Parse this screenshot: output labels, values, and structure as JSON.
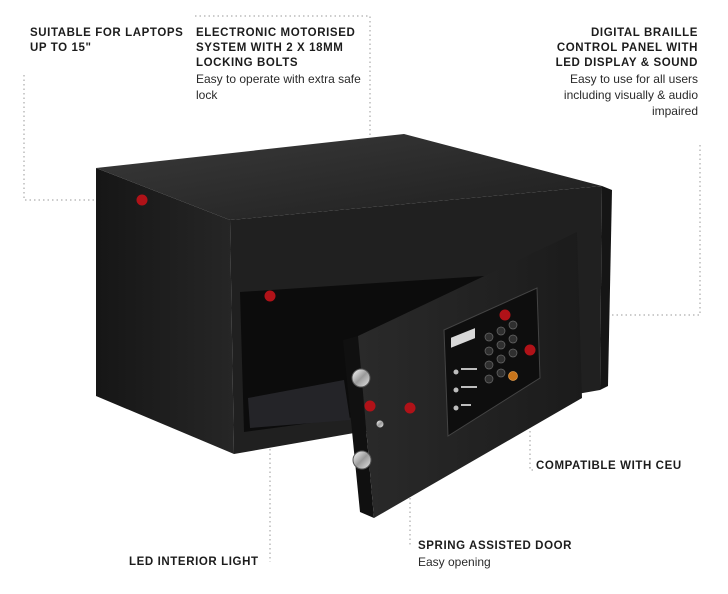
{
  "callouts": {
    "laptops": {
      "head": "Suitable for laptops up to 15\""
    },
    "motorised": {
      "head": "Electronic motorised system with 2 x 18mm locking bolts",
      "desc": "Easy to operate with extra safe lock"
    },
    "braille": {
      "head": "Digital braille control panel with LED display & sound",
      "desc": "Easy to use for all users including visually & audio impaired"
    },
    "ceu": {
      "head": "Compatible with CEU"
    },
    "led_light": {
      "head": "LED interior light"
    },
    "spring": {
      "head": "Spring assisted door",
      "desc": "Easy opening"
    }
  },
  "colors": {
    "safe_body": "#1a1a1a",
    "marker": "#b01218",
    "leader_line": "#9a9a9a"
  }
}
